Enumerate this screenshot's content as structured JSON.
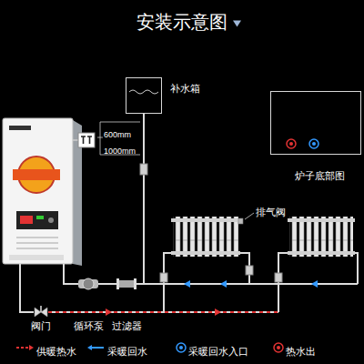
{
  "diagram": {
    "title": "安装示意图",
    "nodes": [
      {
        "text": [
          "补水箱"
        ]
      },
      {
        "text": [
          "炉子底部图"
        ]
      },
      {
        "text": [
          "阀门"
        ]
      },
      {
        "text": [
          "循环泵"
        ]
      },
      {
        "text": [
          "过滤器"
        ]
      }
    ],
    "edges": [
      {
        "from": 3,
        "to": 4,
        "arrow": "none"
      }
    ],
    "labels": [
      "600mm",
      "1000mm",
      "排气阀"
    ],
    "legend": [
      {
        "text": "供暖热水"
      },
      {
        "text": "采暖回水"
      },
      {
        "text": "采暖回水入口"
      },
      {
        "text": "热水出"
      }
    ]
  }
}
